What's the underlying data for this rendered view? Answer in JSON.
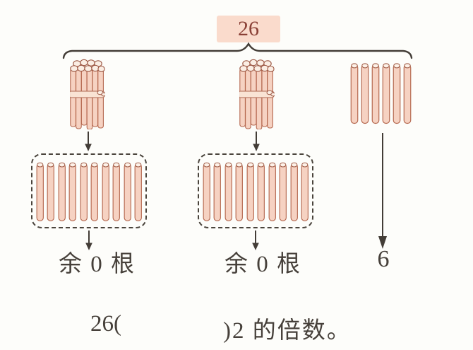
{
  "total": {
    "value": "26"
  },
  "labels": {
    "remainder_left": "余 0 根",
    "remainder_right": "余 0 根",
    "singles_count": "6"
  },
  "sentence": {
    "prefix": "26(",
    "suffix": ")2 的倍数。"
  },
  "figure": {
    "bundles": [
      {
        "name": "bundle-of-ten-left",
        "sticks": 10
      },
      {
        "name": "bundle-of-ten-middle",
        "sticks": 10
      }
    ],
    "left_box_sticks": 10,
    "right_box_sticks": 10,
    "single_sticks": 6
  },
  "colors": {
    "highlight_bg": "#fadbcc",
    "highlight_text": "#8a4036",
    "stick_fill": "#f6d2c2",
    "stick_stroke": "#b5684f",
    "stick_top_fill": "#fdf2e9",
    "stick_top_stroke": "#a05c46",
    "line": "#433d37"
  }
}
